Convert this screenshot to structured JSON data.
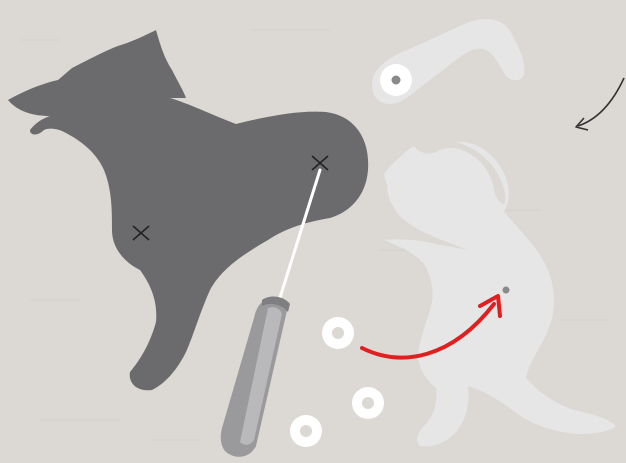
{
  "colors": {
    "background": "#dcd8d3",
    "texture": "#cfcbc5",
    "dark_piece": "#6b6b6d",
    "light_piece": "#e6e6e7",
    "light_piece_shadow": "#c9c6c2",
    "marker": "#222222",
    "awl_handle": "#9a9a9c",
    "awl_blade": "#ffffff",
    "arrow_red": "#e02020",
    "arrow_black": "#333333",
    "washer": "#ffffff"
  },
  "pieces": {
    "dark_body": {
      "icon": "dog-body-piece",
      "marks": 2
    },
    "light_leg": {
      "icon": "leg-piece",
      "has_hole": true
    },
    "light_tail_legs": {
      "icon": "tail-legs-piece",
      "has_hole": true
    }
  },
  "tools": {
    "awl": {
      "icon": "awl-tool"
    }
  },
  "washers": {
    "count": 4
  },
  "arrows": [
    {
      "icon": "red-curved-arrow"
    },
    {
      "icon": "black-curved-arrow"
    }
  ]
}
